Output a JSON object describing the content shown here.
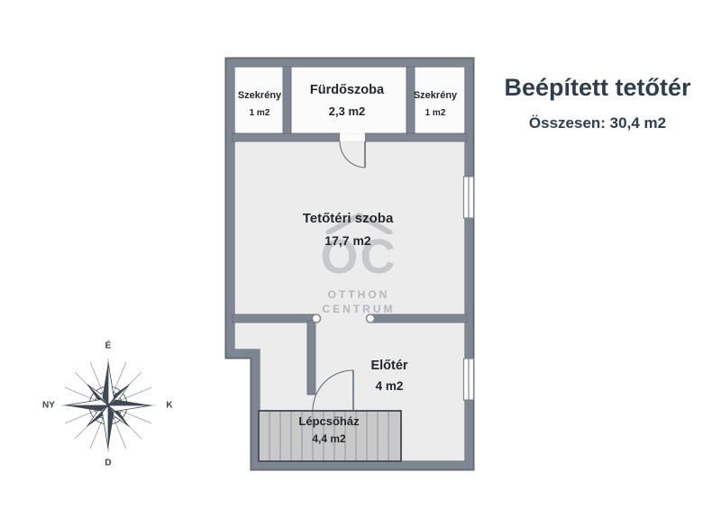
{
  "header": {
    "title": "Beépített tetőtér",
    "subtitle": "Összesen: 30,4 m2"
  },
  "rooms": {
    "closet_left": {
      "name": "Szekrény",
      "area": "1 m2"
    },
    "bathroom": {
      "name": "Fürdőszoba",
      "area": "2,3 m2"
    },
    "closet_right": {
      "name": "Szekrény",
      "area": "1 m2"
    },
    "attic_room": {
      "name": "Tetőtéri szoba",
      "area": "17,7 m2"
    },
    "hallway": {
      "name": "Előtér",
      "area": "4 m2"
    },
    "stairwell": {
      "name": "Lépcsőház",
      "area": "4,4 m2"
    }
  },
  "watermark": {
    "initials": "OC",
    "brand_line1": "OTTHON",
    "brand_line2": "CENTRUM"
  },
  "compass": {
    "north": "É",
    "east": "K",
    "south": "D",
    "west": "NY"
  },
  "colors": {
    "wall": "#7e8691",
    "floor": "#ececec",
    "accent_text": "#2c3e50",
    "stair_fill": "#c9c9c9"
  }
}
